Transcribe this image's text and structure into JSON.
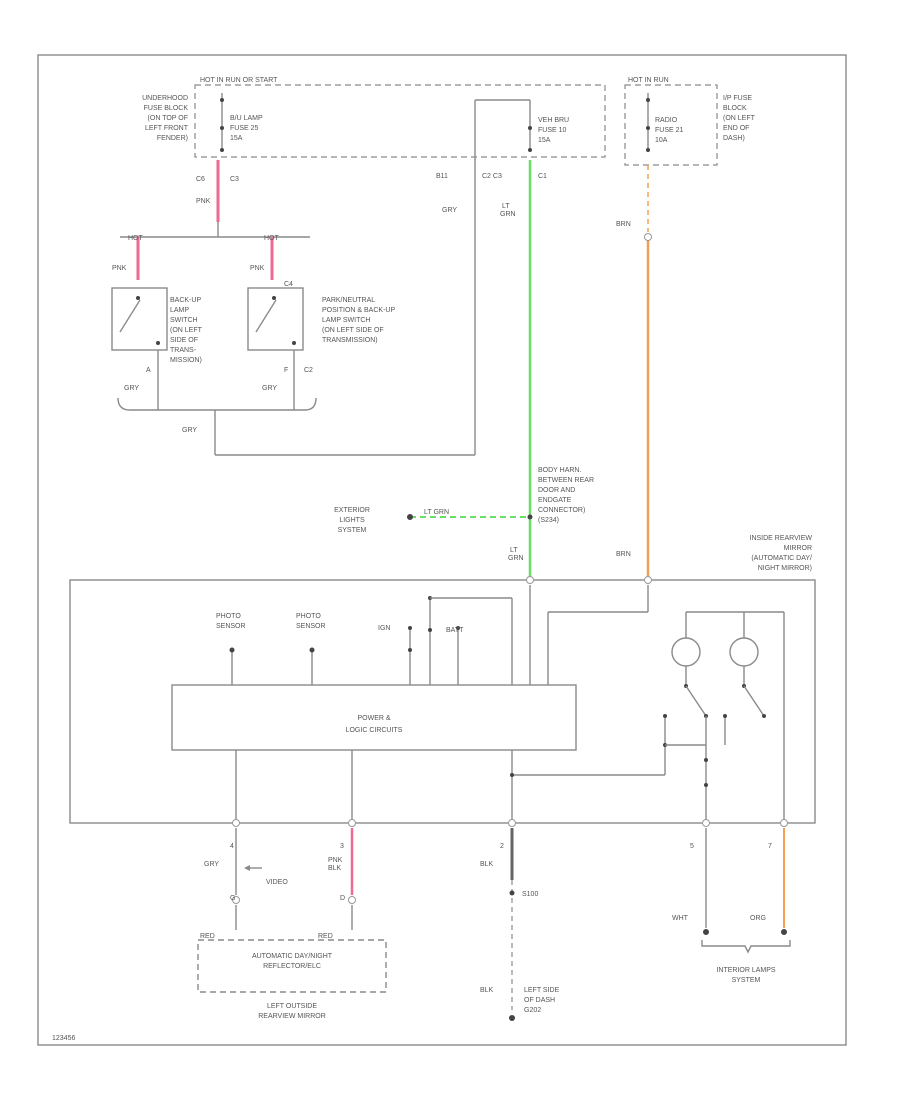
{
  "colors": {
    "pink": "#f06a8f",
    "green": "#69e065",
    "orange": "#f0a050",
    "wire": "#8a8a8a"
  },
  "labels": {
    "hot1": "HOT IN RUN OR START",
    "hot2": "HOT IN RUN",
    "ufb1": "UNDERHOOD",
    "ufb2": "FUSE BLOCK",
    "ufb3": "(ON TOP OF",
    "ufb4": "LEFT FRONT",
    "ufb5": "FENDER)",
    "bu1": "B/U LAMP",
    "bu2": "FUSE 25",
    "bu3": "15A",
    "vd1": "VEH BRU",
    "vd2": "FUSE 10",
    "vd3": "15A",
    "rad1": "RADIO",
    "rad2": "FUSE 21",
    "rad3": "10A",
    "ipf1": "I/P FUSE",
    "ipf2": "BLOCK",
    "ipf3": "(ON LEFT",
    "ipf4": "END OF",
    "ipf5": "DASH)",
    "c6": "C6",
    "c3": "C3",
    "pnk1": "PNK",
    "b11": "B11",
    "c2c3": "C2 C3",
    "c1": "C1",
    "gry1": "GRY",
    "ltgrn1": "LT",
    "ltgrn1b": "GRN",
    "brn1": "BRN",
    "hot3": "HOT",
    "hot4": "HOT",
    "pnk2": "PNK",
    "pnk3": "PNK",
    "c4": "C4",
    "bs1": "BACK-UP",
    "bs2": "LAMP",
    "bs3": "SWITCH",
    "bs4": "(ON LEFT",
    "bs5": "SIDE OF",
    "bs6": "TRANS-",
    "bs7": "MISSION)",
    "pn1": "PARK/NEUTRAL",
    "pn2": "POSITION & BACK-UP",
    "pn3": "LAMP SWITCH",
    "pn4": "(ON LEFT SIDE OF",
    "pn5": "TRANSMISSION)",
    "a": "A",
    "f": "F",
    "c2": "C2",
    "gry2": "GRY",
    "gry3": "GRY",
    "gry4": "GRY",
    "bh1": "BODY HARN.",
    "bh2": "BETWEEN REAR",
    "bh3": "DOOR AND",
    "bh4": "ENDGATE",
    "bh5": "CONNECTOR)",
    "bh6": "(S234)",
    "ext1": "EXTERIOR",
    "ext2": "LIGHTS",
    "ext3": "SYSTEM",
    "ltgrnx": "LT GRN",
    "ltgrn2": "LT",
    "ltgrn2b": "GRN",
    "brn2": "BRN",
    "irm1": "INSIDE REARVIEW",
    "irm2": "MIRROR",
    "irm3": "(AUTOMATIC DAY/",
    "irm4": "NIGHT MIRROR)",
    "ph1a": "PHOTO",
    "ph1b": "SENSOR",
    "ph2a": "PHOTO",
    "ph2b": "SENSOR",
    "ign": "IGN",
    "batt": "BATT",
    "plc1": "POWER &",
    "plc2": "LOGIC CIRCUITS",
    "p4": "4",
    "p3": "3",
    "p2": "2",
    "p5": "5",
    "p7": "7",
    "gry5": "GRY",
    "pnk4": "PNK",
    "pnk4b": "BLK",
    "blk1": "BLK",
    "video": "VIDEO",
    "g": "G",
    "d": "D",
    "s100": "S100",
    "red1": "RED",
    "red2": "RED",
    "adn1": "AUTOMATIC DAY/NIGHT",
    "adn2": "REFLECTOR/ELC",
    "lo1": "LEFT OUTSIDE",
    "lo2": "REARVIEW MIRROR",
    "blk2": "BLK",
    "ls1": "LEFT SIDE",
    "ls2": "OF DASH",
    "ls3": "G202",
    "wht": "WHT",
    "org": "ORG",
    "il1": "INTERIOR LAMPS",
    "il2": "SYSTEM",
    "code": "123456"
  }
}
